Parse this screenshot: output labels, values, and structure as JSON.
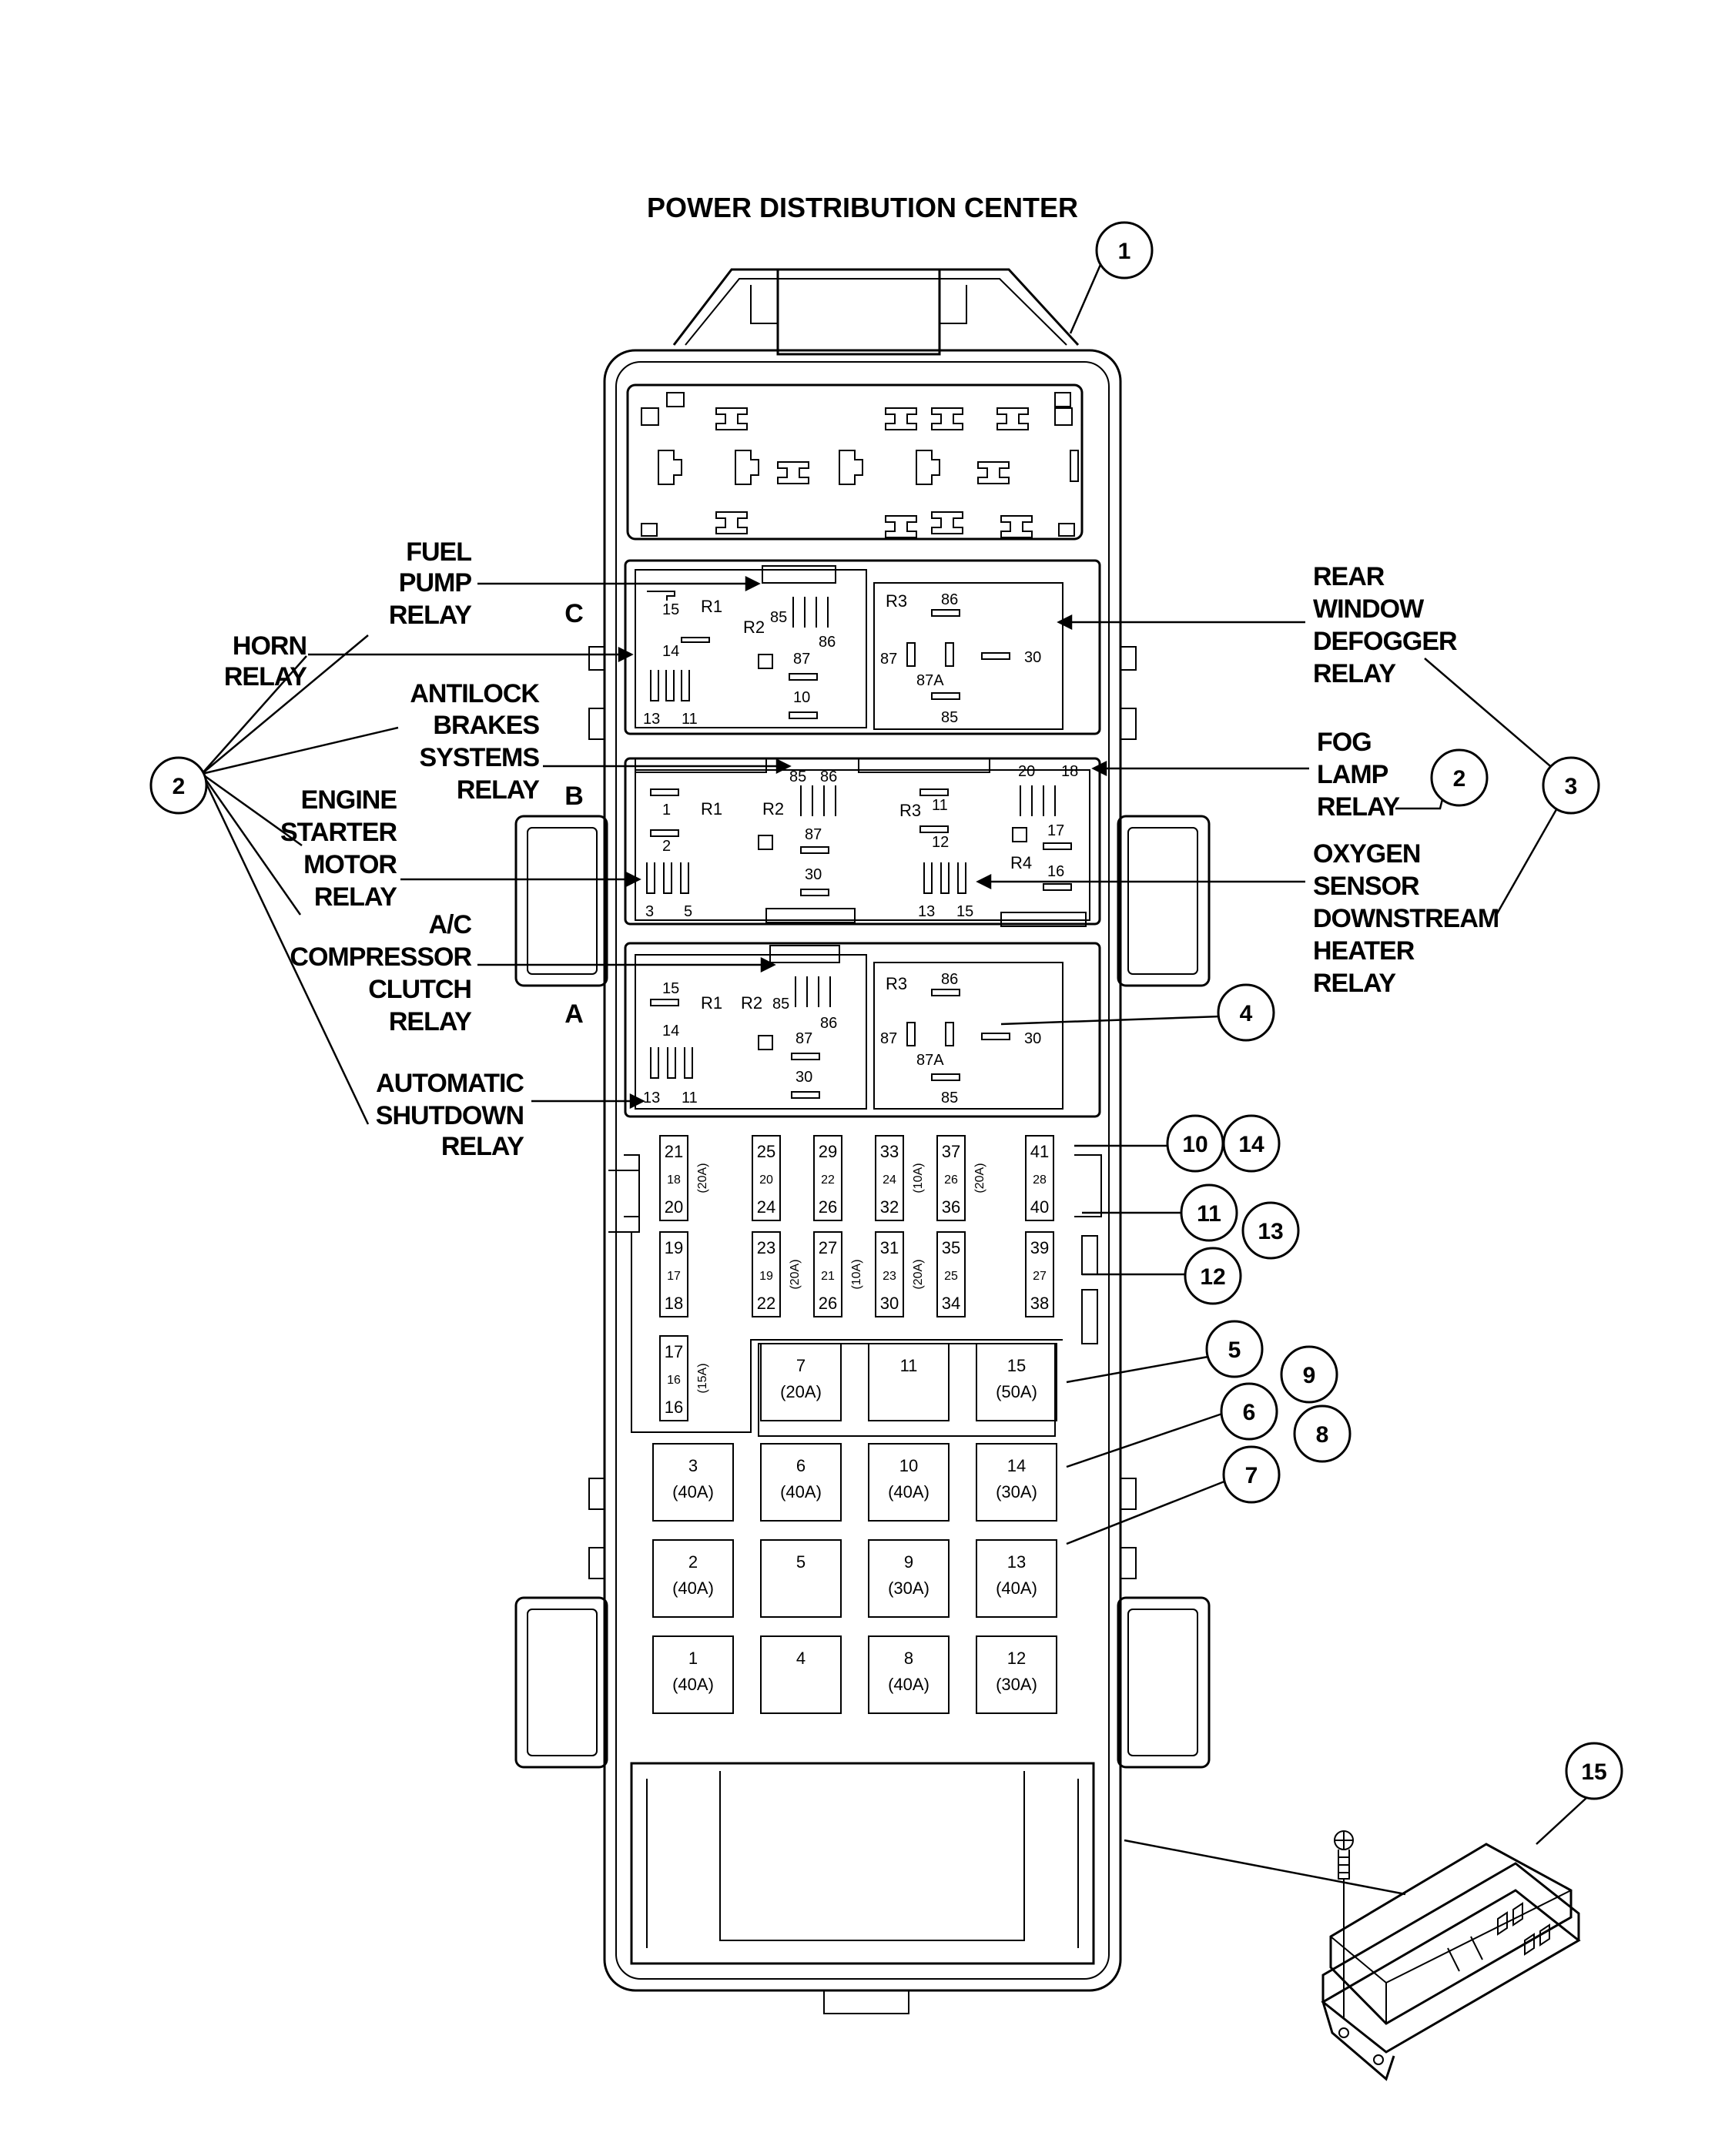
{
  "title": "POWER DISTRIBUTION CENTER",
  "section_letters": [
    "C",
    "B",
    "A"
  ],
  "callouts": [
    "1",
    "2",
    "2",
    "3",
    "4",
    "5",
    "6",
    "7",
    "8",
    "9",
    "10",
    "11",
    "12",
    "13",
    "14",
    "15"
  ],
  "labels": {
    "fuel_pump": [
      "FUEL",
      "PUMP",
      "RELAY"
    ],
    "horn": [
      "HORN",
      "RELAY"
    ],
    "antilock": [
      "ANTILOCK",
      "BRAKES",
      "SYSTEMS",
      "RELAY"
    ],
    "engine_starter": [
      "ENGINE",
      "STARTER",
      "MOTOR",
      "RELAY"
    ],
    "ac_compressor": [
      "A/C",
      "COMPRESSOR",
      "CLUTCH",
      "RELAY"
    ],
    "auto_shutdown": [
      "AUTOMATIC",
      "SHUTDOWN",
      "RELAY"
    ],
    "rear_window": [
      "REAR",
      "WINDOW",
      "DEFOGGER",
      "RELAY"
    ],
    "fog_lamp": [
      "FOG",
      "LAMP",
      "RELAY"
    ],
    "oxygen": [
      "OXYGEN",
      "SENSOR",
      "DOWNSTREAM",
      "HEATER",
      "RELAY"
    ]
  },
  "relay_c": {
    "r1": "R1",
    "r2": "R2",
    "r3": "R3",
    "pins": [
      "15",
      "14",
      "13",
      "11",
      "85",
      "86",
      "87",
      "10",
      "86",
      "87",
      "87A",
      "30",
      "85"
    ]
  },
  "relay_b": {
    "r1": "R1",
    "r2": "R2",
    "r3": "R3",
    "r4": "R4",
    "pins": [
      "1",
      "2",
      "3",
      "5",
      "85",
      "86",
      "87",
      "30",
      "11",
      "12",
      "13",
      "15",
      "20",
      "18",
      "17",
      "16"
    ]
  },
  "relay_a": {
    "r1": "R1",
    "r2": "R2",
    "r3": "R3",
    "pins": [
      "15",
      "14",
      "13",
      "11",
      "85",
      "86",
      "87",
      "30",
      "86",
      "87",
      "87A",
      "30",
      "85"
    ]
  },
  "mini_fuses_row1": [
    {
      "t": "21",
      "m": "18",
      "b": "20",
      "side": "(20A)"
    },
    {
      "t": "25",
      "m": "20",
      "b": "24",
      "side": ""
    },
    {
      "t": "29",
      "m": "22",
      "b": "26",
      "side": ""
    },
    {
      "t": "33",
      "m": "24",
      "b": "32",
      "side": "(10A)"
    },
    {
      "t": "37",
      "m": "26",
      "b": "36",
      "side": "(20A)"
    },
    {
      "t": "41",
      "m": "28",
      "b": "40",
      "side": ""
    }
  ],
  "mini_fuses_row2": [
    {
      "t": "19",
      "m": "17",
      "b": "18",
      "side": ""
    },
    {
      "t": "23",
      "m": "19",
      "b": "22",
      "side": "(20A)"
    },
    {
      "t": "27",
      "m": "21",
      "b": "26",
      "side": "(10A)"
    },
    {
      "t": "31",
      "m": "23",
      "b": "30",
      "side": "(20A)"
    },
    {
      "t": "35",
      "m": "25",
      "b": "34",
      "side": ""
    },
    {
      "t": "39",
      "m": "27",
      "b": "38",
      "side": ""
    }
  ],
  "mini_fuse_row3": {
    "t": "17",
    "m": "16",
    "b": "16",
    "side": "(15A)"
  },
  "maxi_fuses": [
    [
      {
        "n": "7",
        "a": "(20A)"
      },
      {
        "n": "11",
        "a": ""
      },
      {
        "n": "15",
        "a": "(50A)"
      }
    ],
    [
      {
        "n": "3",
        "a": "(40A)"
      },
      {
        "n": "6",
        "a": "(40A)"
      },
      {
        "n": "10",
        "a": "(40A)"
      },
      {
        "n": "14",
        "a": "(30A)"
      }
    ],
    [
      {
        "n": "2",
        "a": "(40A)"
      },
      {
        "n": "5",
        "a": ""
      },
      {
        "n": "9",
        "a": "(30A)"
      },
      {
        "n": "13",
        "a": "(40A)"
      }
    ],
    [
      {
        "n": "1",
        "a": "(40A)"
      },
      {
        "n": "4",
        "a": ""
      },
      {
        "n": "8",
        "a": "(40A)"
      },
      {
        "n": "12",
        "a": "(30A)"
      }
    ]
  ]
}
